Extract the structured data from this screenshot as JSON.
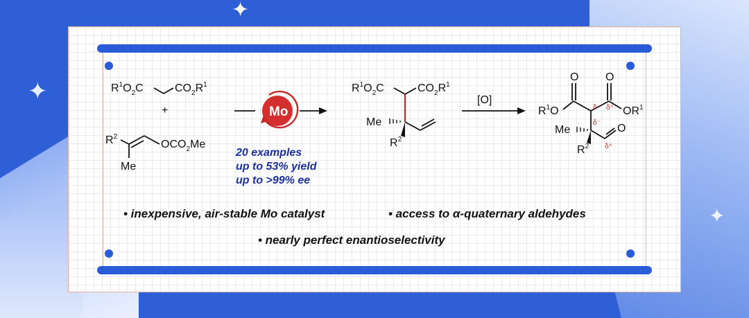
{
  "reactant1": {
    "left": "R",
    "left_sup": "1",
    "left_mid": "O",
    "left_sub": "2",
    "left_end": "C",
    "right": "CO",
    "right_sub": "2",
    "right_end": "R",
    "right_sup": "1"
  },
  "plus": "+",
  "reactant2": {
    "r2": "R",
    "r2_sup": "2",
    "me": "Me",
    "ester": "OCO",
    "ester_sub": "2",
    "ester_end": "Me"
  },
  "catalyst": "Mo",
  "stats": [
    "20 examples",
    "up to 53% yield",
    "up to >99% ee"
  ],
  "product1": {
    "me": "Me",
    "r2": "R",
    "r2_sup": "2"
  },
  "oxidant": "[O]",
  "product2": {
    "left_ester": "R",
    "left_sup": "1",
    "left_o": "O",
    "right_ester": "OR",
    "right_sup": "1",
    "me": "Me",
    "r2": "R",
    "r2_sup": "2",
    "o_top1": "O",
    "o_top2": "O",
    "aldehyde_o": "O",
    "delta_minus": "δ⁻",
    "delta_plus": "δ⁺"
  },
  "bullets": [
    "• inexpensive, air-stable Mo catalyst",
    "• access to α-quaternary aldehydes",
    "• nearly perfect enantioselectivity"
  ],
  "colors": {
    "background": "#2f5fd6",
    "bar": "#2a5bd8",
    "catalyst": "#c62828",
    "stats_text": "#1a2ea0"
  }
}
